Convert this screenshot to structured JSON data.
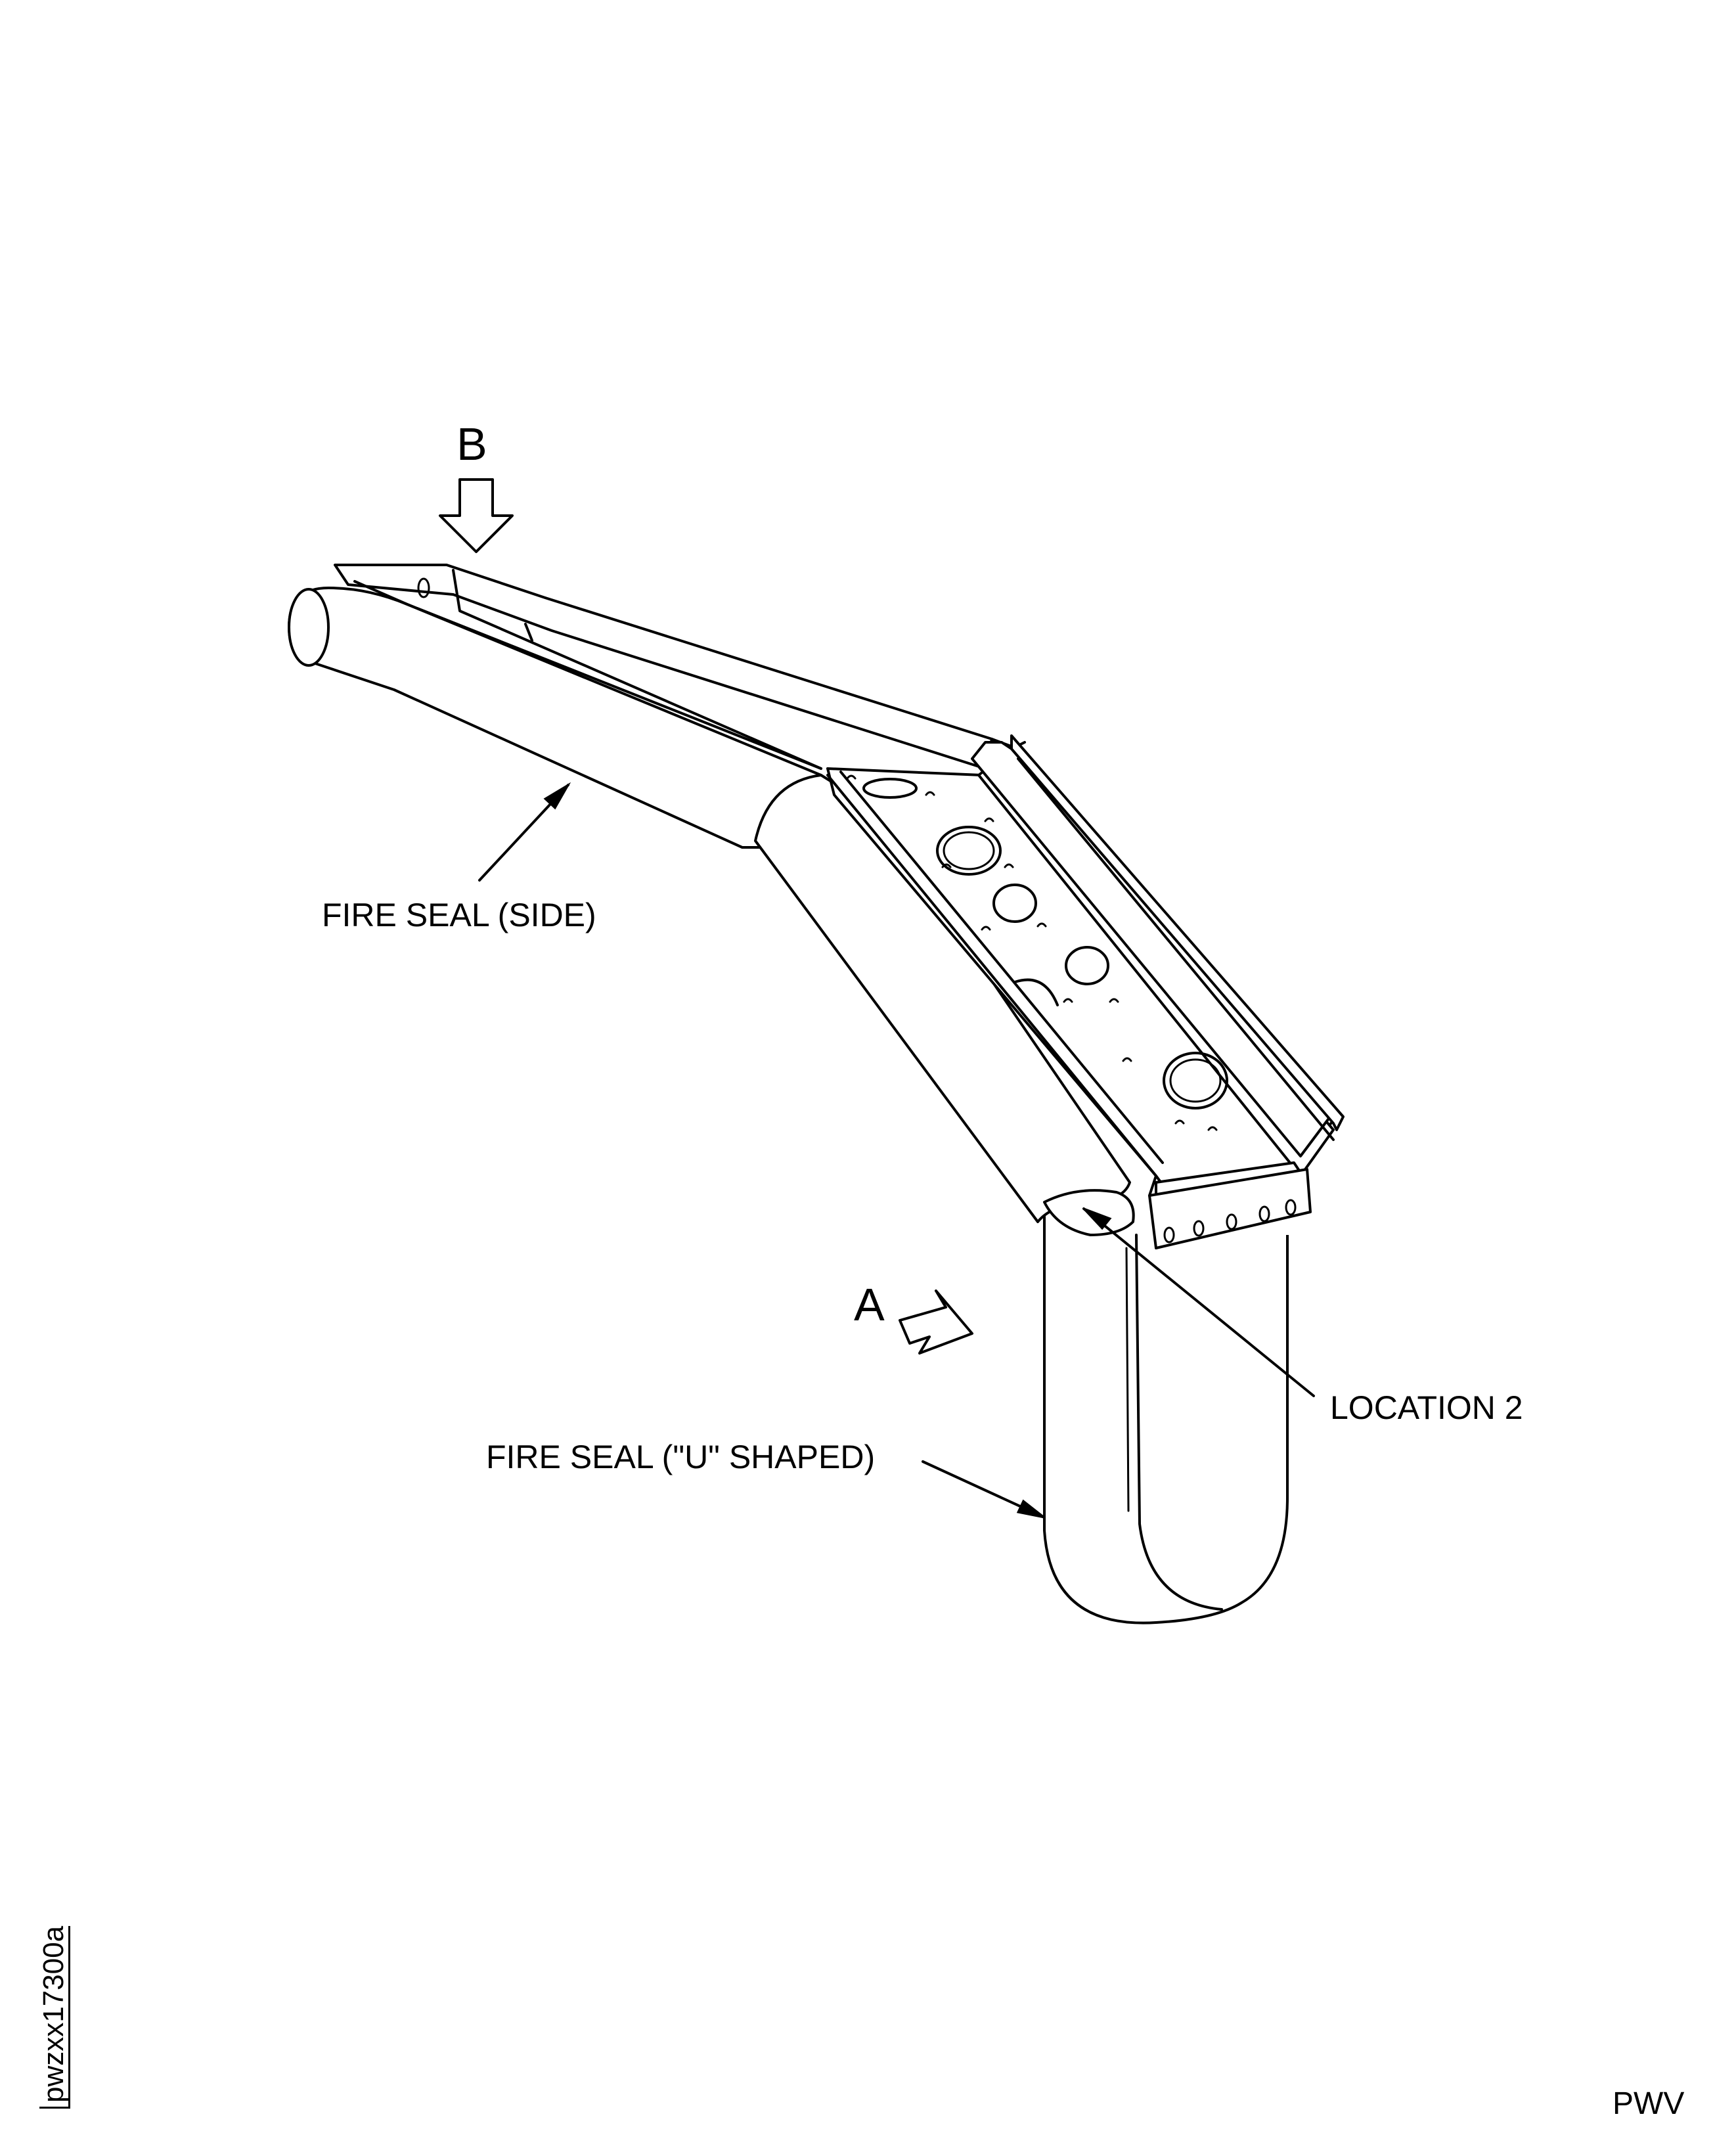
{
  "labels": {
    "view_b": "B",
    "view_a": "A",
    "fire_seal_side": "FIRE SEAL (SIDE)",
    "location_2": "LOCATION 2",
    "fire_seal_u": "FIRE SEAL (\"U\" SHAPED)"
  },
  "figure_id": "pwzxx17300a",
  "manufacturer_code": "PWV"
}
